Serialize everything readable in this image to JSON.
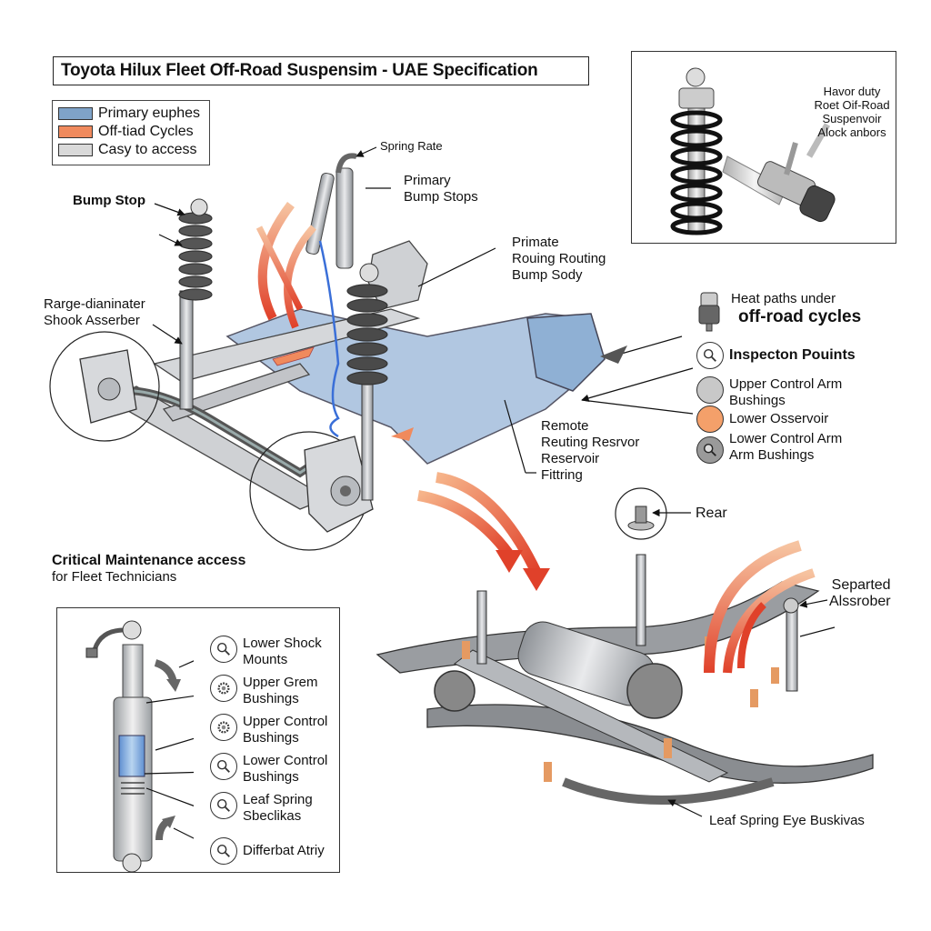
{
  "title": "Toyota Hilux Fleet Off-Road Suspensim - UAE Specification",
  "legend": {
    "items": [
      {
        "label": "Primary euphes",
        "color": "#7fa3c8"
      },
      {
        "label": "Off-tiad Cycles",
        "color": "#f08a5d"
      },
      {
        "label": "Casy to access",
        "color": "#d9d9d9"
      }
    ]
  },
  "inset_top": {
    "caption_lines": [
      "Havor duty",
      "Roet Oif-Road",
      "Suspenvoir",
      "Alock anbors"
    ]
  },
  "callouts": {
    "spring_rate": "Spring Rate",
    "primary_bump_stops": [
      "Primary",
      "Bump Stops"
    ],
    "bump_stop": "Bump Stop",
    "primate_routing": [
      "Primate",
      "Rouing Routing",
      "Bump Sody"
    ],
    "range_diameter": [
      "Rarge-dianinater",
      "Shook Asserber"
    ],
    "remote_reservoir": [
      "Remote",
      "Reuting Resrvor",
      "Reservoir",
      "Fittring"
    ],
    "rear": "Rear",
    "separated_absorber": [
      "Separted",
      "Alssrober"
    ],
    "leaf_spring_eye": "Leaf Spring Eye Buskivas"
  },
  "right_legend": {
    "heat_paths": [
      "Heat paths under",
      "off-road cycles"
    ],
    "inspection_points": "Inspecton Pouints",
    "items": [
      {
        "label": [
          "Upper Control Arm",
          "Bushings"
        ],
        "color": "#c8c8c8",
        "icon": "gray-circle"
      },
      {
        "label": [
          "Lower Osservoir"
        ],
        "color": "#f4a06a",
        "icon": "orange-circle"
      },
      {
        "label": [
          "Lower Control Arm",
          "Arm Bushings"
        ],
        "color": "#9a9a9a",
        "icon": "magnifier-dark-circle"
      }
    ]
  },
  "maintenance": {
    "heading": "Critical Maintenance access",
    "subheading": "for Fleet Technicians",
    "points": [
      {
        "label": [
          "Lower Shock",
          "Mounts"
        ],
        "icon": "magnifier-icon"
      },
      {
        "label": [
          "Upper Grem",
          "Bushings"
        ],
        "icon": "bushing-icon"
      },
      {
        "label": [
          "Upper Control",
          "Bushings"
        ],
        "icon": "bushing-icon"
      },
      {
        "label": [
          "Lower Control",
          "Bushings"
        ],
        "icon": "magnifier-icon"
      },
      {
        "label": [
          "Leaf Spring",
          "Sbeclikas"
        ],
        "icon": "magnifier-icon"
      },
      {
        "label": [
          "Differbat Atriy"
        ],
        "icon": "magnifier-icon"
      }
    ]
  },
  "colors": {
    "heat_red": "#e0412a",
    "heat_peach": "#f6b48a",
    "frame_blue": "#8fb0d4",
    "brake_line_blue": "#3a6fd8",
    "metal_gray": "#b9bcc0"
  }
}
